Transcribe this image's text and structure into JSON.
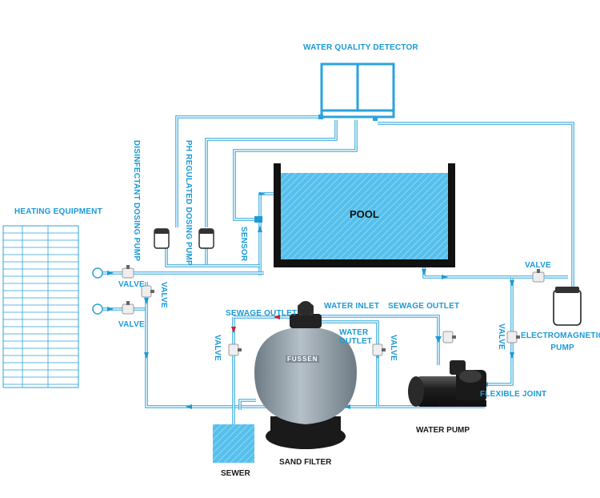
{
  "labels": {
    "water_quality_detector": "WATER QUALITY DETECTOR",
    "heating_equipment": "HEATING EQUIPMENT",
    "disinfectant_pump": "DISINFECTANT DOSING PUMP",
    "ph_pump": "PH REGULATED DOSING PUMP",
    "sensor": "SENSOR",
    "pool": "POOL",
    "valve_heat_1": "VALVE",
    "valve_heat_2": "VALVE",
    "valve_heat_vert": "VALVE",
    "sewage_outlet_left": "SEWAGE OUTLET",
    "water_inlet": "WATER INLET",
    "sewage_outlet_right": "SEWAGE OUTLET",
    "water_outlet": "WATER\nOUTLET",
    "valve_sewer": "VALVE",
    "valve_filter": "VALVE",
    "valve_top_right": "VALVE",
    "valve_right_vert": "VALVE",
    "electromagnetic_pump": "ELECTROMAGNETIC\nPUMP",
    "flexible_joint": "FLEXIBLE JOINT",
    "water_pump": "WATER PUMP",
    "sand_filter": "SAND FILTER",
    "sewer": "SEWER",
    "brand": "FUSSEN"
  },
  "colors": {
    "pipe": "#2aa3dc",
    "water": "#5cc3ee",
    "label": "#1c9ad6",
    "pool_wall": "#111111",
    "filter_body": "#8e9ca6"
  }
}
